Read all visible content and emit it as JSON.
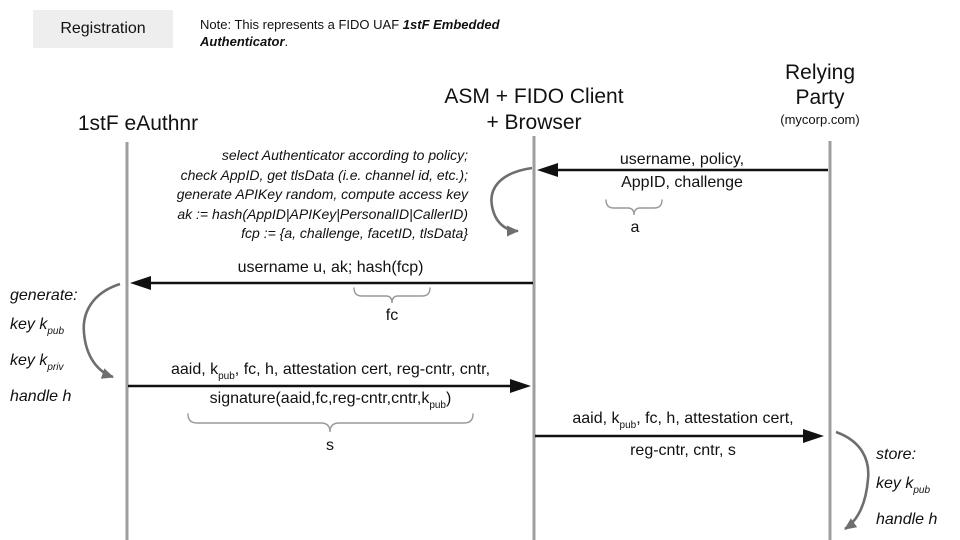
{
  "colors": {
    "arrow_black": "#111111",
    "lifeline_gray": "#9e9e9e",
    "self_arrow_gray": "#6e6e6e",
    "brace_gray": "#999999",
    "title_box_bg": "#eeeeee"
  },
  "title_box": {
    "label": "Registration"
  },
  "top_note": {
    "segments": [
      {
        "text": "Note: This represents a FIDO UAF "
      },
      {
        "text": "1stF Embedded Authenticator",
        "bold": true,
        "italic": true
      },
      {
        "text": "."
      }
    ]
  },
  "actors": {
    "authenticator": {
      "title": "1stF eAuthnr"
    },
    "asm": {
      "title_line1": "ASM + FIDO Client",
      "title_line2": "+ Browser"
    },
    "relying_party": {
      "title_line1": "Relying",
      "title_line2": "Party",
      "subtitle": "(mycorp.com)"
    }
  },
  "asm_note": {
    "lines": [
      "select Authenticator according to policy;",
      "check AppID, get tlsData (i.e. channel id, etc.);",
      "generate APIKey random, compute access key",
      "ak := hash(AppID|APIKey|PersonalID|CallerID)",
      "fcp := {a, challenge, facetID, tlsData}"
    ]
  },
  "messages": {
    "msg1": {
      "line1": "username, policy,",
      "line2": "AppID, challenge",
      "brace_label": "a"
    },
    "msg2": {
      "line1": "username u, ak; hash(fcp)",
      "brace_label": "fc"
    },
    "msg3": {
      "line1_segments": [
        {
          "text": "aaid, k"
        },
        {
          "text": "pub",
          "sub": true
        },
        {
          "text": ", fc, h, attestation cert, reg-cntr, cntr,"
        }
      ],
      "line2_segments": [
        {
          "text": "signature(aaid,fc,reg-cntr,cntr,k"
        },
        {
          "text": "pub",
          "sub": true
        },
        {
          "text": ")"
        }
      ],
      "brace_label": "s"
    },
    "msg4": {
      "line1_segments": [
        {
          "text": "aaid, k"
        },
        {
          "text": "pub",
          "sub": true
        },
        {
          "text": ", fc, h, attestation cert,"
        }
      ],
      "line2": "reg-cntr, cntr, s"
    }
  },
  "side_notes": {
    "generate": {
      "lines_segments": [
        [
          {
            "text": "generate:"
          }
        ],
        [
          {
            "text": "key k"
          },
          {
            "text": "pub",
            "sub": true
          }
        ],
        [
          {
            "text": "key k"
          },
          {
            "text": "priv",
            "sub": true
          }
        ],
        [
          {
            "text": "handle h"
          }
        ]
      ]
    },
    "store": {
      "lines_segments": [
        [
          {
            "text": "store:"
          }
        ],
        [
          {
            "text": "key k"
          },
          {
            "text": "pub",
            "sub": true
          }
        ],
        [
          {
            "text": "handle h"
          }
        ]
      ]
    }
  }
}
